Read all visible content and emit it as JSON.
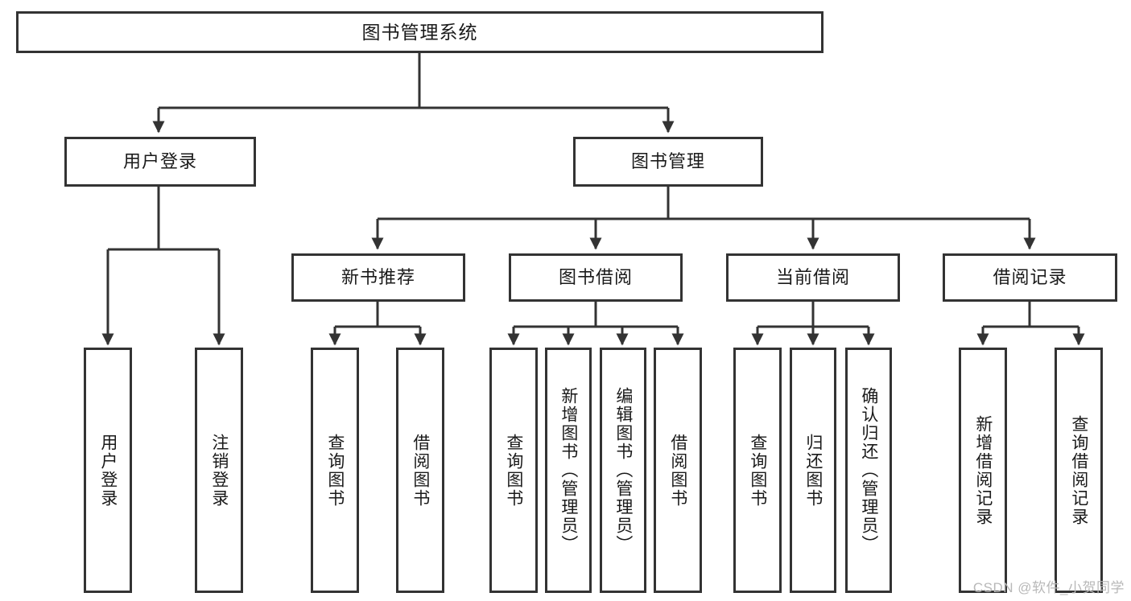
{
  "diagram": {
    "title": "图书管理系统",
    "type": "tree-hierarchy",
    "watermark": "CSDN @软件_小贺同学",
    "colors": {
      "box_border": "#333333",
      "box_fill": "#ffffff",
      "edge": "#333333",
      "text": "#1a1a1a",
      "watermark": "#b8b8b8"
    },
    "nodes": {
      "root": {
        "label": "图书管理系统"
      },
      "level2": [
        {
          "id": "user_login",
          "label": "用户登录"
        },
        {
          "id": "book_mgmt",
          "label": "图书管理"
        }
      ],
      "level3": [
        {
          "id": "new_book_rec",
          "label": "新书推荐"
        },
        {
          "id": "book_borrow",
          "label": "图书借阅"
        },
        {
          "id": "current_borrow",
          "label": "当前借阅"
        },
        {
          "id": "borrow_record",
          "label": "借阅记录"
        }
      ],
      "leaves": [
        {
          "id": "leaf_user_login",
          "label": "用户登录",
          "parent": "user_login"
        },
        {
          "id": "leaf_user_logout",
          "label": "注销登录",
          "parent": "user_login"
        },
        {
          "id": "leaf_query_book_1",
          "label": "查询图书",
          "parent": "new_book_rec"
        },
        {
          "id": "leaf_borrow_book_1",
          "label": "借阅图书",
          "parent": "new_book_rec"
        },
        {
          "id": "leaf_query_book_2",
          "label": "查询图书",
          "parent": "book_borrow"
        },
        {
          "id": "leaf_add_book",
          "label": "新增图书（管理员）",
          "parent": "book_borrow"
        },
        {
          "id": "leaf_edit_book",
          "label": "编辑图书（管理员）",
          "parent": "book_borrow"
        },
        {
          "id": "leaf_borrow_book_2",
          "label": "借阅图书",
          "parent": "book_borrow"
        },
        {
          "id": "leaf_query_book_3",
          "label": "查询图书",
          "parent": "current_borrow"
        },
        {
          "id": "leaf_return_book",
          "label": "归还图书",
          "parent": "current_borrow"
        },
        {
          "id": "leaf_confirm_return",
          "label": "确认归还（管理员）",
          "parent": "current_borrow"
        },
        {
          "id": "leaf_add_record",
          "label": "新增借阅记录",
          "parent": "borrow_record"
        },
        {
          "id": "leaf_query_record",
          "label": "查询借阅记录",
          "parent": "borrow_record"
        }
      ]
    }
  }
}
